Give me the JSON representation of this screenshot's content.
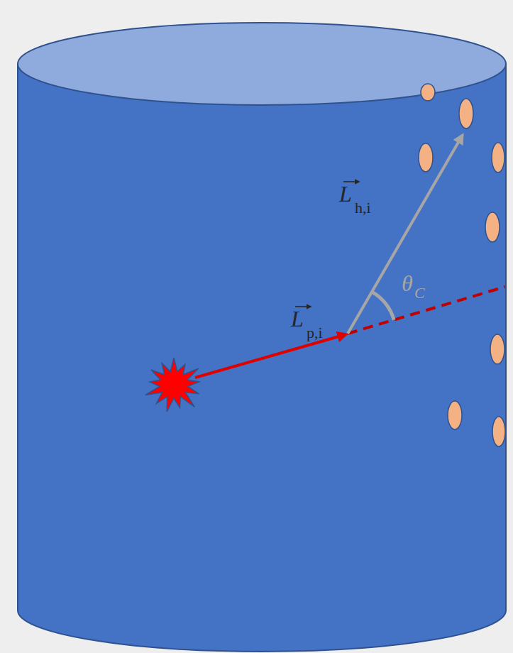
{
  "diagram": {
    "labels": [
      "L",
      "p,i",
      "L",
      "h,i",
      "θ",
      "C"
    ]
  }
}
